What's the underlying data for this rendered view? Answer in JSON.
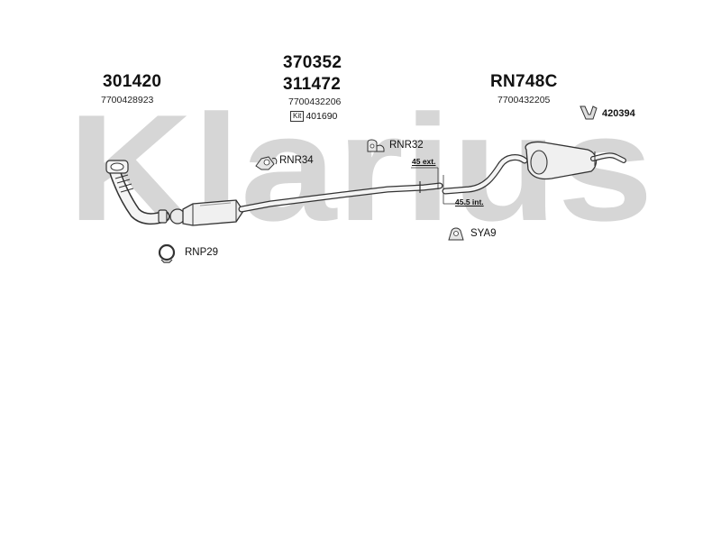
{
  "watermark": {
    "text": "Klarius",
    "color": "#d6d6d6"
  },
  "parts": {
    "front_pipe": {
      "number": "301420",
      "oem": "7700428923"
    },
    "catalyst_top": {
      "number": "370352"
    },
    "catalyst": {
      "number": "311472",
      "oem": "7700432206",
      "kit_label": "Kit",
      "kit_number": "401690"
    },
    "rear_silencer": {
      "number": "RN748C",
      "oem": "7700432205"
    }
  },
  "fittings": {
    "clamp": "420394",
    "mount_rnr32": "RNR32",
    "mount_rnr34": "RNR34",
    "gasket": "RNP29",
    "bracket": "SYA9"
  },
  "dimensions": {
    "external": "45 ext.",
    "internal": "45.5 int."
  }
}
